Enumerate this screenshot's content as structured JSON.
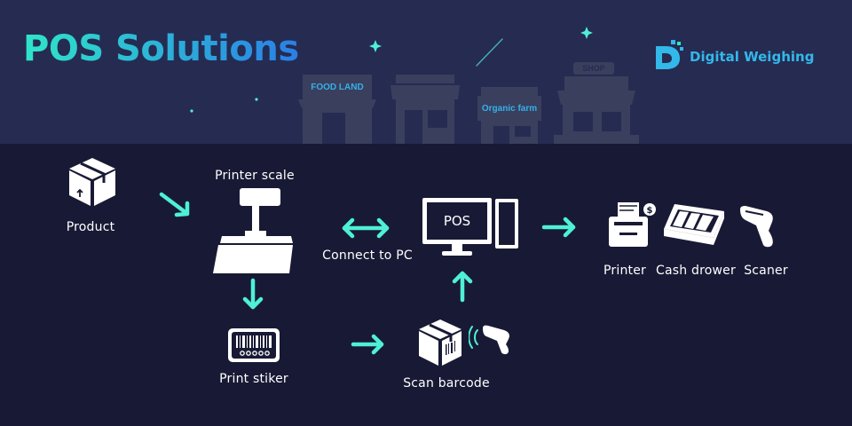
{
  "header": {
    "title": "POS Solutions",
    "brand_name": "Digital Weighing"
  },
  "skyline": {
    "store_1_sign": "FOOD LAND",
    "store_3_sign": "Organic farm",
    "store_4_sign": "SHOP"
  },
  "flow": {
    "product_label": "Product",
    "printer_scale_label": "Printer scale",
    "connect_label": "Connect to PC",
    "pos_screen_text": "POS",
    "print_sticker_label": "Print stiker",
    "scan_barcode_label": "Scan barcode",
    "printer_label": "Printer",
    "cash_drawer_label": "Cash drower",
    "scanner_label": "Scaner"
  },
  "colors": {
    "sky": "#262b52",
    "ground": "#181a35",
    "building": "#3a3f5e",
    "arrow": "#4ef0d6",
    "brand": "#33b8ea",
    "title_start": "#2ee6c8",
    "title_end": "#2a7fe6"
  }
}
